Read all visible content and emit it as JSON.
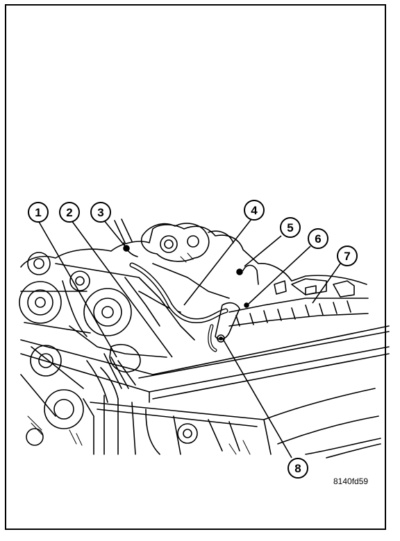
{
  "figure": {
    "id_label": "8140fd59"
  },
  "callouts": {
    "c1": "1",
    "c2": "2",
    "c3": "3",
    "c4": "4",
    "c5": "5",
    "c6": "6",
    "c7": "7",
    "c8": "8"
  },
  "colors": {
    "ink": "#000000",
    "paper": "#ffffff"
  },
  "icons": [
    "engine-illustration",
    "radiator-support-panel",
    "wiring-harness",
    "hose-line"
  ]
}
